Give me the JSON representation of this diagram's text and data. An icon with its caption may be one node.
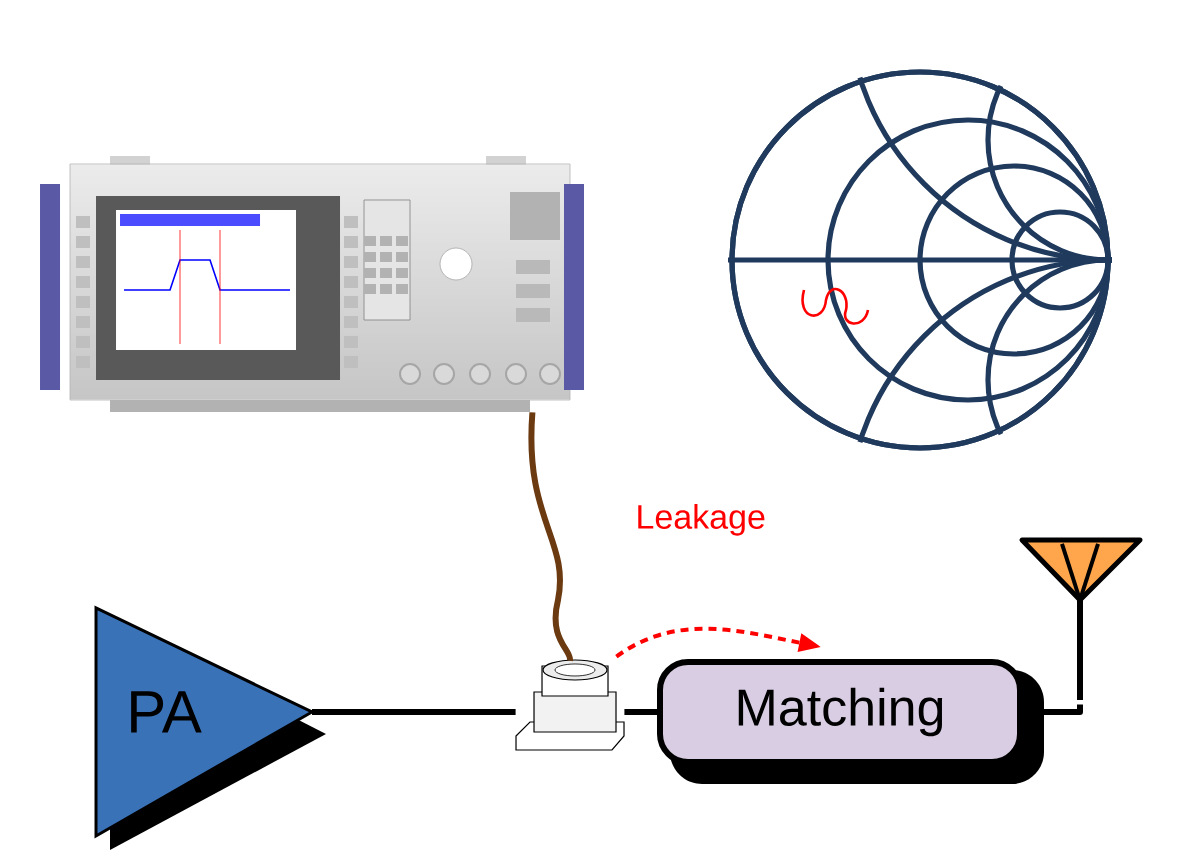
{
  "diagram": {
    "nodes": [
      {
        "text": [],
        "shape": "picture"
      },
      {
        "text": [
          "PA"
        ]
      },
      {
        "text": [],
        "shape": "picture"
      },
      {
        "text": [
          "Matching"
        ]
      },
      {
        "text": [],
        "shape": "picture"
      }
    ],
    "edges": [
      {
        "from": 0,
        "to": 2,
        "arrow": "none",
        "color": "#6b3a10"
      },
      {
        "from": 1,
        "to": 2,
        "arrow": "none"
      },
      {
        "from": 2,
        "to": 3,
        "arrow": "none"
      },
      {
        "from": 2,
        "to": 3,
        "arrow": "to",
        "style": "dashed",
        "color": "#ff0000",
        "label": "Leakage"
      },
      {
        "from": 3,
        "to": 4,
        "arrow": "none"
      }
    ]
  }
}
